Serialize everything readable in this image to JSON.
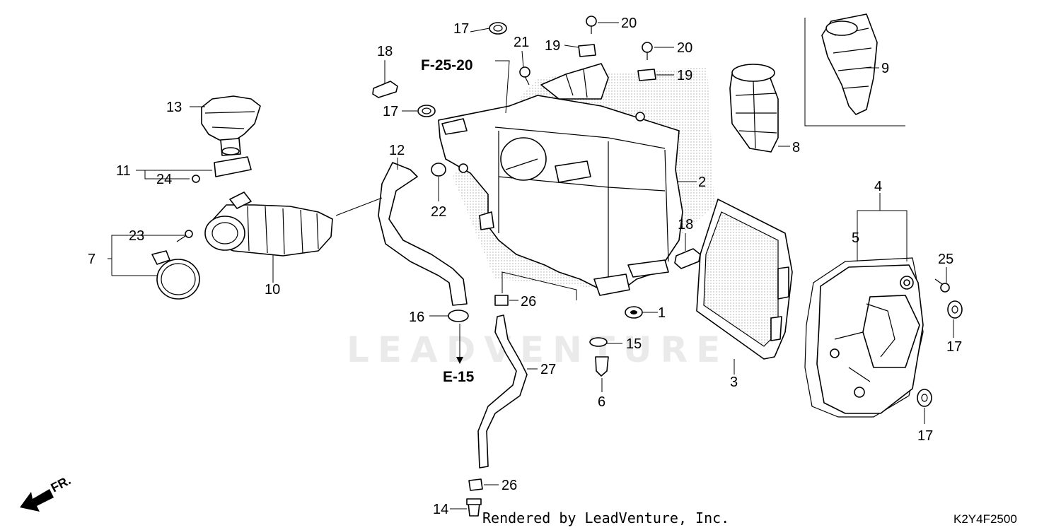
{
  "diagram": {
    "part_labels": [
      "1",
      "2",
      "3",
      "4",
      "5",
      "6",
      "7",
      "8",
      "9",
      "10",
      "11",
      "12",
      "13",
      "14",
      "15",
      "16",
      "17",
      "17",
      "17",
      "17",
      "18",
      "18",
      "19",
      "19",
      "20",
      "20",
      "21",
      "22",
      "23",
      "24",
      "25",
      "26",
      "26",
      "27"
    ],
    "references": [
      "F-25-20",
      "E-15"
    ],
    "direction": "FR.",
    "watermark": "LEADVENTURE",
    "footer_text": "Rendered by LeadVenture, Inc.",
    "diagram_code": "K2Y4F2500"
  }
}
